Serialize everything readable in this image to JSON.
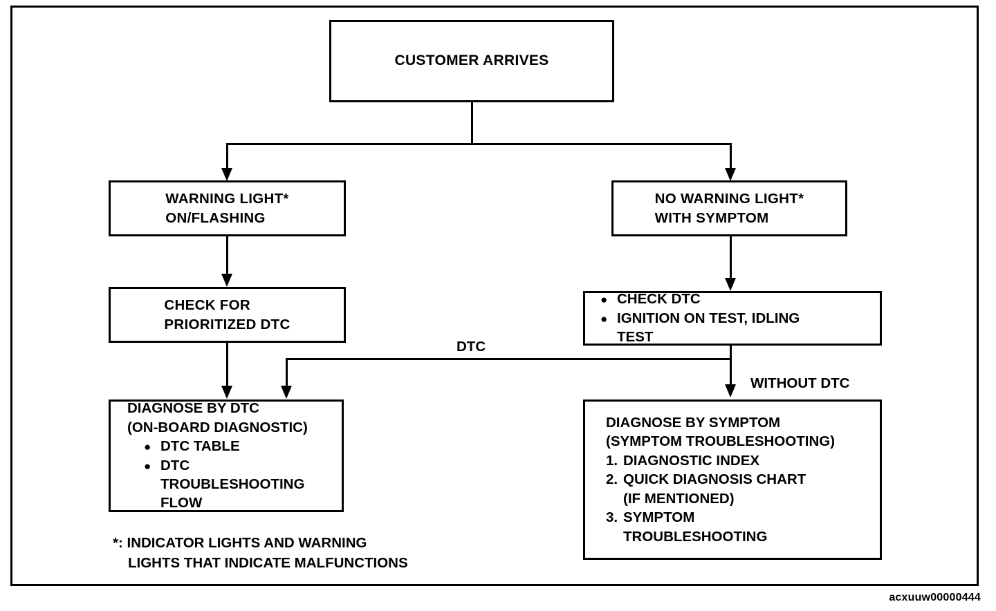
{
  "chart_data": {
    "type": "diagram",
    "title": "Diagnostic Flow Chart",
    "nodes": [
      {
        "id": "customer-arrives",
        "label": "CUSTOMER ARRIVES"
      },
      {
        "id": "warning-light",
        "label": "WARNING LIGHT* ON/FLASHING"
      },
      {
        "id": "no-warning-light",
        "label": "NO WARNING LIGHT* WITH SYMPTOM"
      },
      {
        "id": "check-prioritized",
        "label": "CHECK FOR PRIORITIZED DTC"
      },
      {
        "id": "check-dtc-tests",
        "label": "CHECK DTC / IGNITION ON TEST, IDLING TEST"
      },
      {
        "id": "diagnose-dtc",
        "label": "DIAGNOSE BY DTC (ON-BOARD DIAGNOSTIC)"
      },
      {
        "id": "diagnose-symptom",
        "label": "DIAGNOSE BY SYMPTOM (SYMPTOM TROUBLESHOOTING)"
      }
    ],
    "edges": [
      {
        "from": "customer-arrives",
        "to": "warning-light",
        "label": ""
      },
      {
        "from": "customer-arrives",
        "to": "no-warning-light",
        "label": ""
      },
      {
        "from": "warning-light",
        "to": "check-prioritized",
        "label": ""
      },
      {
        "from": "no-warning-light",
        "to": "check-dtc-tests",
        "label": ""
      },
      {
        "from": "check-prioritized",
        "to": "diagnose-dtc",
        "label": ""
      },
      {
        "from": "check-dtc-tests",
        "to": "diagnose-dtc",
        "label": "DTC"
      },
      {
        "from": "check-dtc-tests",
        "to": "diagnose-symptom",
        "label": "WITHOUT DTC"
      }
    ]
  },
  "boxes": {
    "customer_arrives": {
      "lines": [
        "CUSTOMER ARRIVES"
      ]
    },
    "warning_light": {
      "lines": [
        "WARNING LIGHT*",
        "ON/FLASHING"
      ]
    },
    "no_warning_light": {
      "lines": [
        "NO WARNING LIGHT*",
        "WITH SYMPTOM"
      ]
    },
    "check_prioritized": {
      "lines": [
        "CHECK FOR",
        "PRIORITIZED DTC"
      ]
    },
    "check_dtc_tests": {
      "bullet_glyph": "●",
      "items": [
        {
          "mark": "●",
          "text": "CHECK DTC"
        },
        {
          "mark": "●",
          "text": "IGNITION ON TEST, IDLING"
        }
      ],
      "continuation": "TEST"
    },
    "diagnose_dtc": {
      "heading": [
        "DIAGNOSE BY DTC",
        "(ON-BOARD DIAGNOSTIC)"
      ],
      "items": [
        {
          "mark": "●",
          "text": "DTC TABLE"
        },
        {
          "mark": "●",
          "text": "DTC"
        }
      ],
      "continuation": [
        "TROUBLESHOOTING",
        "FLOW"
      ]
    },
    "diagnose_symptom": {
      "heading": [
        "DIAGNOSE BY SYMPTOM",
        "(SYMPTOM TROUBLESHOOTING)"
      ],
      "items": [
        {
          "mark": "1.",
          "text": "DIAGNOSTIC INDEX"
        },
        {
          "mark": "2.",
          "text": "QUICK DIAGNOSIS CHART"
        },
        {
          "mark": "",
          "text": "(IF MENTIONED)"
        },
        {
          "mark": "3.",
          "text": "SYMPTOM"
        },
        {
          "mark": "",
          "text": "TROUBLESHOOTING"
        }
      ]
    }
  },
  "labels": {
    "dtc": "DTC",
    "without_dtc": "WITHOUT DTC"
  },
  "footnote": {
    "line1": "*: INDICATOR LIGHTS AND WARNING",
    "line2": "LIGHTS THAT INDICATE MALFUNCTIONS"
  },
  "watermark": "acxuuw00000444",
  "colors": {
    "ink": "#000000",
    "paper": "#ffffff"
  }
}
